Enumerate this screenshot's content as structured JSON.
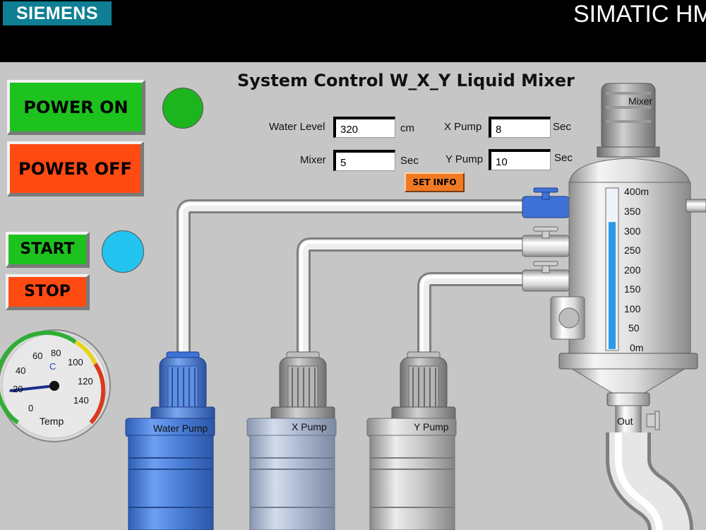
{
  "header": {
    "brand": "SIEMENS",
    "product": "SIMATIC HMI"
  },
  "title": "System Control W_X_Y Liquid Mixer",
  "power": {
    "on_label": "POWER ON",
    "off_label": "POWER OFF",
    "indicator_color": "#1db51d"
  },
  "run": {
    "start_label": "START",
    "stop_label": "STOP",
    "indicator_color": "#24c4f0"
  },
  "fields": {
    "water_level": {
      "label": "Water Level",
      "value": "320",
      "unit": "cm"
    },
    "mixer": {
      "label": "Mixer",
      "value": "5",
      "unit": "Sec"
    },
    "x_pump": {
      "label": "X Pump",
      "value": "8",
      "unit": "Sec"
    },
    "y_pump": {
      "label": "Y Pump",
      "value": "10",
      "unit": "Sec"
    }
  },
  "set_info_label": "SET INFO",
  "gauge": {
    "unit": "C",
    "label": "Temp",
    "ticks": [
      "0",
      "20",
      "40",
      "60",
      "80",
      "100",
      "120",
      "140"
    ],
    "value": 20
  },
  "tank": {
    "mixer_label": "Mixer",
    "scale": [
      "400m",
      "350",
      "300",
      "250",
      "200",
      "150",
      "100",
      "50",
      "0m"
    ],
    "level_fraction": 0.81,
    "out_label": "Out"
  },
  "pumps": {
    "water": "Water Pump",
    "x": "X Pump",
    "y": "Y Pump"
  },
  "colors": {
    "water_pump": "#4a7ed8",
    "x_pump": "#aab7cf",
    "y_pump": "#c8c8c8",
    "power_on": "#1ec21e",
    "power_off": "#ff4a12",
    "level_fill": "#2b9be6"
  }
}
